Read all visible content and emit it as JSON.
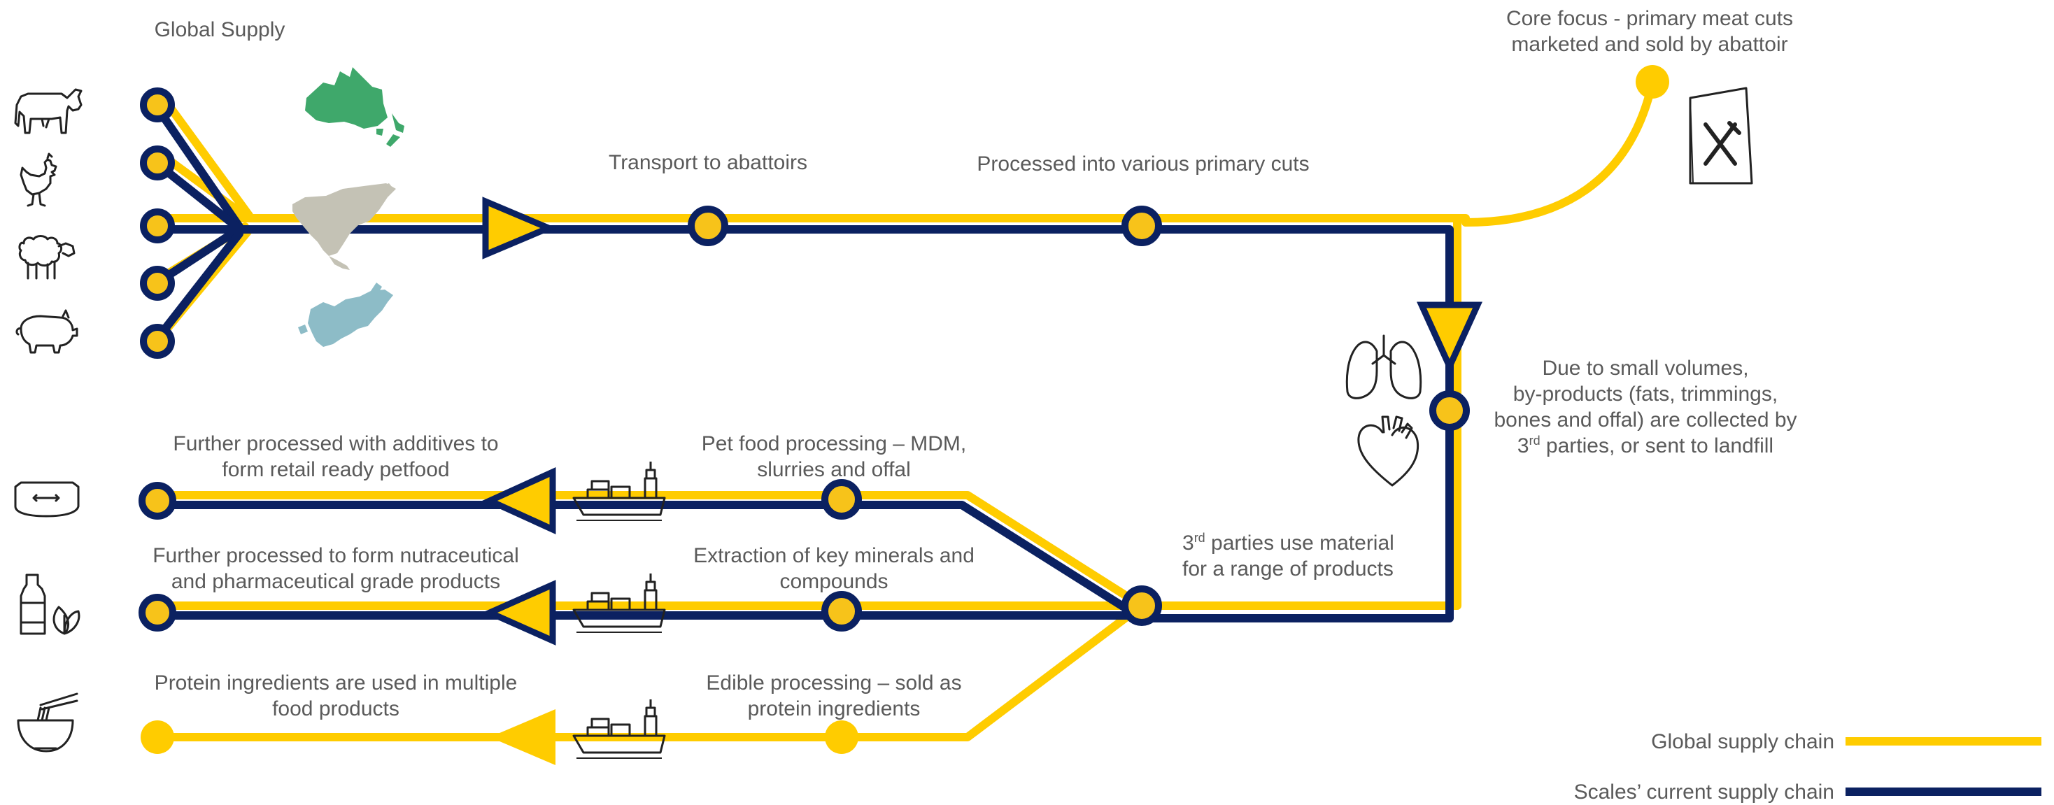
{
  "colors": {
    "global": "#FFCC00",
    "scales": "#0B2161",
    "node_fill": "#F7C31A",
    "australia": "#3FA86B",
    "north_america": "#C4C2B5",
    "europe": "#8DBCC7",
    "icon_stroke": "#222222"
  },
  "labels": {
    "global_supply": "Global Supply",
    "core_focus": "Core focus  - primary meat cuts\nmarketed and sold by abattoir",
    "transport": "Transport to abattoirs",
    "primary_cuts": "Processed into various primary cuts",
    "byproducts_pre": "Due to small volumes,\nby-products (fats, trimmings,\nbones and offal) are collected by\n3",
    "byproducts_sup": "rd",
    "byproducts_post": " parties, or sent to landfill",
    "third_parties_pre": "3",
    "third_parties_sup": "rd",
    "third_parties_post": " parties use material\nfor a range of products",
    "petfood_retail": "Further processed with additives to\nform retail ready petfood",
    "petfood_processing": "Pet food processing – MDM,\nslurries and offal",
    "nutraceutical": "Further processed to form nutraceutical\nand pharmaceutical grade products",
    "extraction": "Extraction of key minerals and\ncompounds",
    "protein_use": "Protein ingredients are used in multiple\nfood products",
    "edible_processing": "Edible processing – sold as\nprotein ingredients"
  },
  "legend": {
    "global": "Global supply chain",
    "scales": "Scales’ current supply chain"
  },
  "icons": [
    "cow-icon",
    "chicken-icon",
    "sheep-icon",
    "pig-icon",
    "lungs-icon",
    "heart-icon",
    "menu-card-icon",
    "pet-bowl-icon",
    "supplement-bottle-icon",
    "noodle-bowl-icon",
    "cargo-ship-icon"
  ]
}
